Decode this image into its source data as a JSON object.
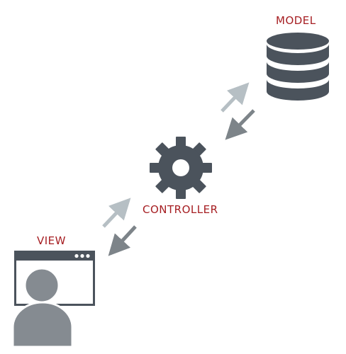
{
  "labels": {
    "model": "MODEL",
    "controller": "CONTROLLER",
    "view": "VIEW"
  },
  "icons": {
    "model": "database-icon",
    "controller": "gear-icon",
    "view": "user-window-icon"
  },
  "colors": {
    "label_text": "#a61e22",
    "icon_dark": "#4b535c",
    "icon_gray": "#858b91",
    "arrow_light": "#b6bfc4",
    "arrow_dark": "#7d8489"
  }
}
